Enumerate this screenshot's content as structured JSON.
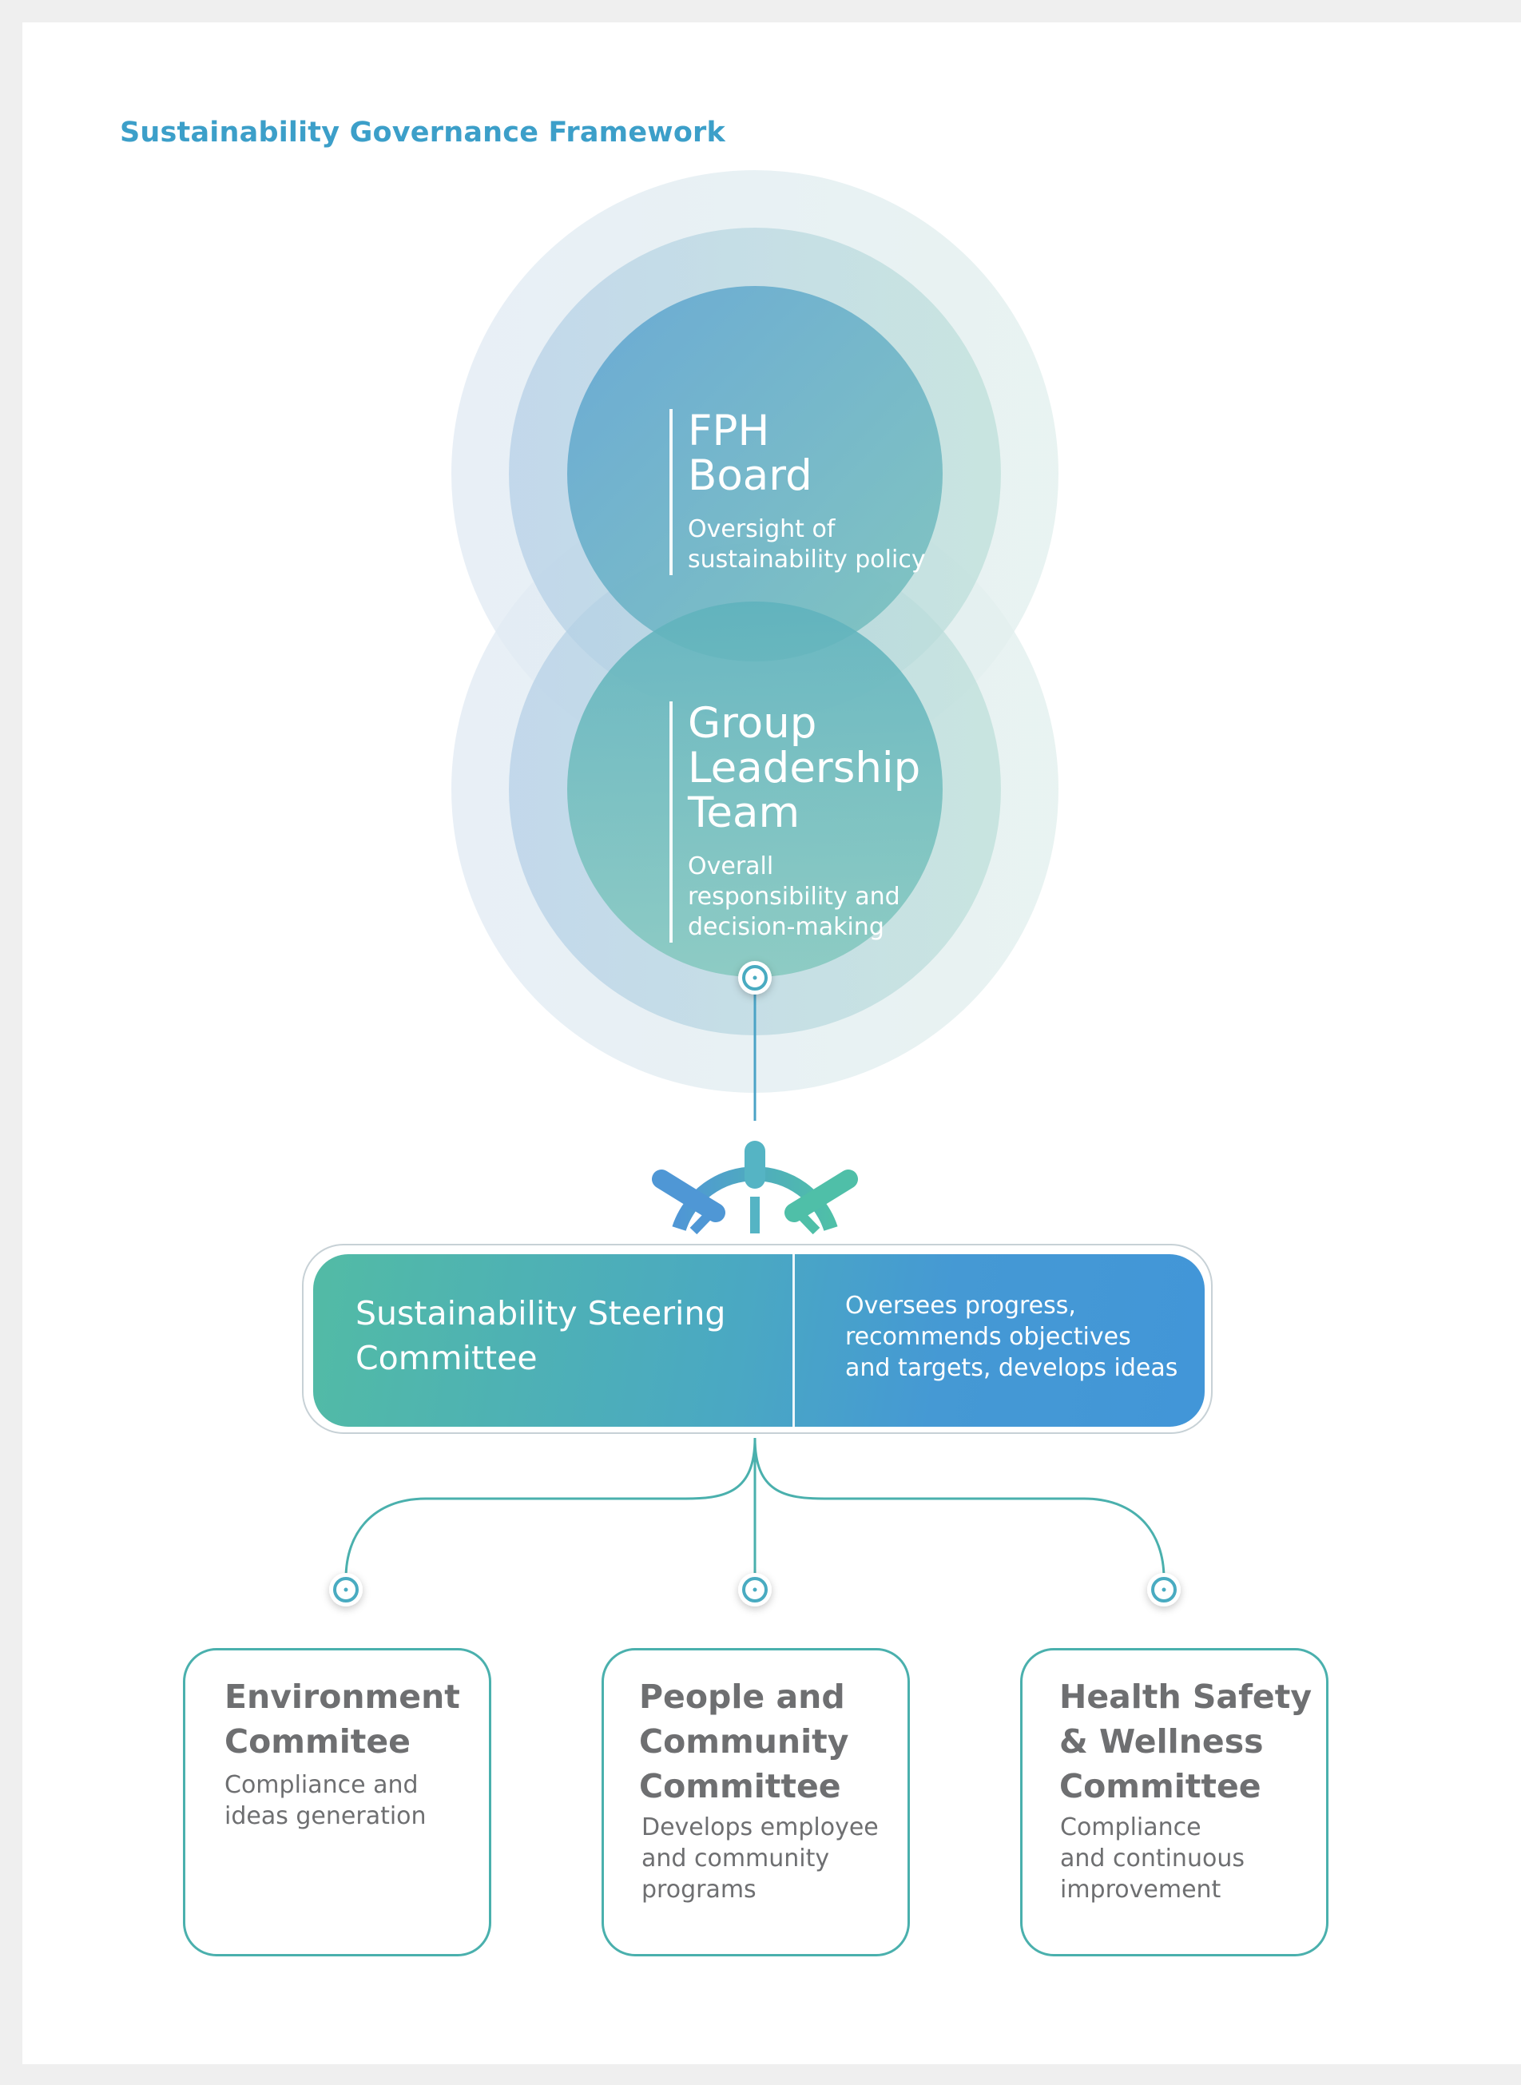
{
  "title": "Sustainability Governance Framework",
  "board": {
    "heading": [
      "FPH",
      "Board"
    ],
    "description": [
      "Oversight of",
      "sustainability policy"
    ]
  },
  "leadership": {
    "heading": [
      "Group",
      "Leadership",
      "Team"
    ],
    "description": [
      "Overall",
      "responsibility and",
      "decision-making"
    ]
  },
  "steering": {
    "title": [
      "Sustainability Steering",
      "Committee"
    ],
    "description": [
      "Oversees progress,",
      "recommends objectives",
      "and targets, develops ideas"
    ]
  },
  "committees": [
    {
      "title": [
        "Environment",
        "Commitee"
      ],
      "description": [
        "Compliance and",
        "ideas generation"
      ]
    },
    {
      "title": [
        "People and",
        "Community",
        "Committee"
      ],
      "description": [
        "Develops employee",
        "and community",
        "programs"
      ]
    },
    {
      "title": [
        "Health Safety",
        "& Wellness",
        "Committee"
      ],
      "description": [
        "Compliance",
        "and continuous",
        "improvement"
      ]
    }
  ],
  "colors": {
    "teal": "#4ab0ad",
    "blue": "#4296d8",
    "title_blue": "#3c9fc9",
    "committee_text": "#6e6f71"
  },
  "icons": [
    "ship-wheel-icon",
    "connector-node-icon"
  ]
}
